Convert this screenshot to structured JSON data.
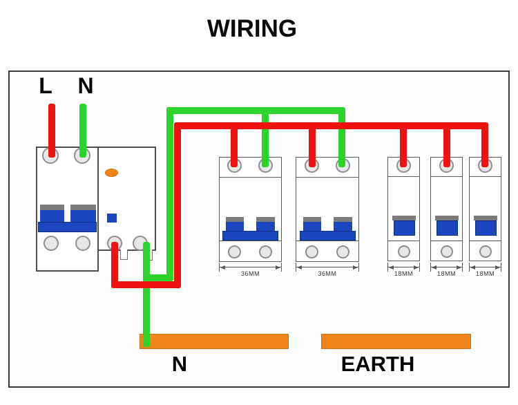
{
  "title": "WIRING",
  "colors": {
    "wire_live": "#ee1310",
    "wire_neutral": "#2bd32b",
    "bus_bar": "#f08519",
    "breaker_handle": "#1b46c0",
    "handle_cap": "#7c7c7c"
  },
  "inputs": {
    "live_label": "L",
    "neutral_label": "N"
  },
  "bus_bars": {
    "neutral_label": "N",
    "earth_label": "EARTH"
  },
  "breakers": {
    "double_pole": [
      {
        "width_label": "36MM"
      },
      {
        "width_label": "36MM"
      }
    ],
    "single_pole": [
      {
        "width_label": "18MM"
      },
      {
        "width_label": "18MM"
      },
      {
        "width_label": "18MM"
      }
    ]
  }
}
